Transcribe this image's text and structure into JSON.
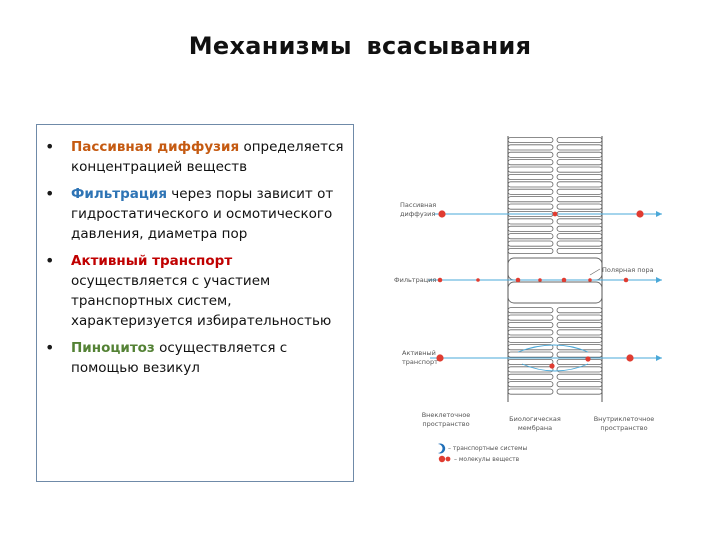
{
  "slide": {
    "title": "Механизмы  всасывания"
  },
  "bullets": [
    {
      "term": "Пассивная диффузия",
      "rest": " определяется концентрацией веществ",
      "color": "#c55a11"
    },
    {
      "term": "Фильтрация",
      "rest": " через поры зависит от гидростатического и осмотического давления, диаметра пор",
      "color": "#2e74b5"
    },
    {
      "term": "Активный транспорт",
      "rest": " осуществляется с участием транспортных систем, характеризуется избирательностью",
      "color": "#c00000"
    },
    {
      "term": "Пиноцитоз",
      "rest": " осуществляется с помощью везикул",
      "color": "#548235"
    }
  ],
  "diagram": {
    "label_passive": [
      "Пассивная",
      "диффузия"
    ],
    "label_filtration": "Фильтрация",
    "label_pore": "Полярная пора",
    "label_active": [
      "Активный",
      "транспорт"
    ],
    "label_outside": [
      "Внеклеточное",
      "пространство"
    ],
    "label_membrane": [
      "Биологическая",
      "мембрана"
    ],
    "label_inside": [
      "Внутриклеточное",
      "пространство"
    ],
    "legend_carrier": "– транспортные системы",
    "legend_molecules": "– молекулы веществ",
    "molecule_color": "#e03c31",
    "carrier_color": "#1f6fb8",
    "arrow_color": "#4aa8d8"
  }
}
